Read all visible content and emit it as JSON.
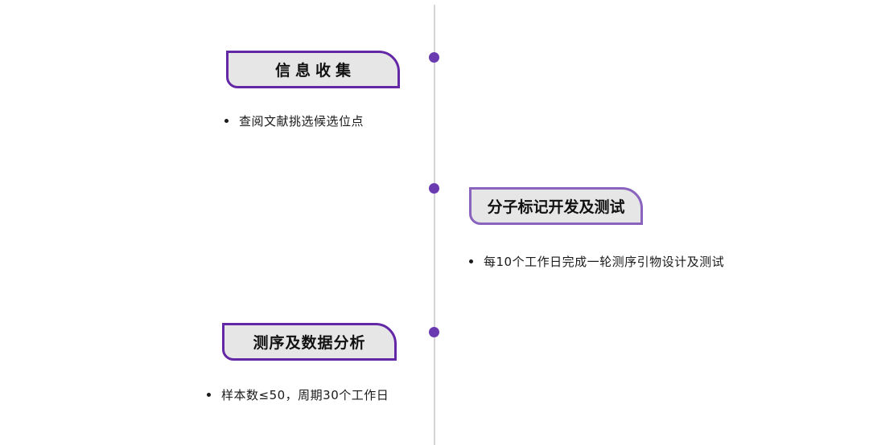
{
  "steps": [
    {
      "title": "信息收集",
      "detail": "查阅文献挑选候选位点"
    },
    {
      "title": "分子标记开发及测试",
      "detail": "每10个工作日完成一轮测序引物设计及测试"
    },
    {
      "title": "测序及数据分析",
      "detail": "样本数≤50，周期30个工作日"
    }
  ],
  "colors": {
    "accent": "#6a3bb0",
    "tag_fill": "#e6e6e6",
    "axis": "#d4d4d4"
  }
}
